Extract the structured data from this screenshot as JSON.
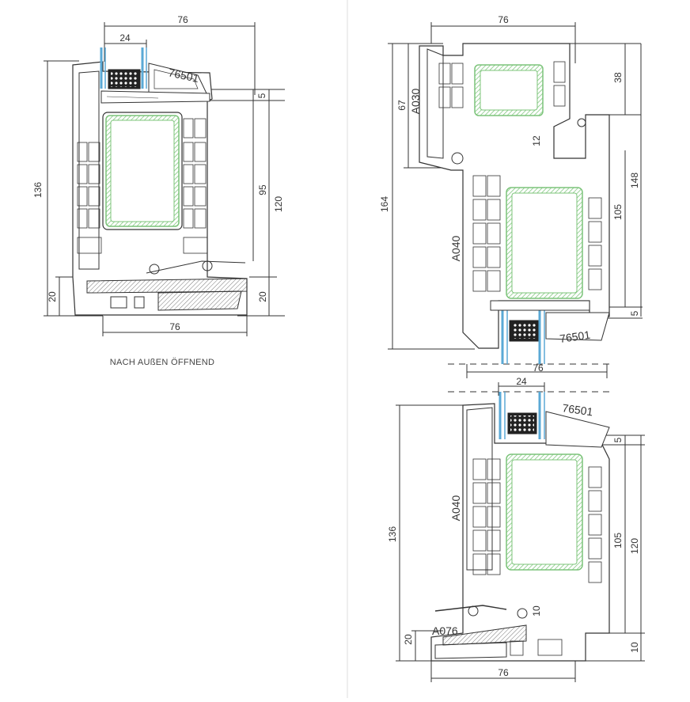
{
  "caption": "NACH AUßEN ÖFFNEND",
  "left": {
    "dims": {
      "top_width": "76",
      "glass_width": "24",
      "height": "136",
      "sash": "95",
      "frame": "120",
      "five": "5",
      "sill_left": "20",
      "sill_right": "20",
      "bottom_width": "76"
    },
    "profile_label": "76501"
  },
  "right_top": {
    "dims": {
      "top_width": "76",
      "overall": "164",
      "upper": "67",
      "upper_38": "38",
      "frame_148": "148",
      "sash_105": "105",
      "gap_12": "12",
      "five": "5",
      "mid_width": "76"
    },
    "labels": {
      "a030": "A030",
      "a040": "A040",
      "profile": "76501"
    }
  },
  "right_bottom": {
    "dims": {
      "glass_width": "24",
      "height": "136",
      "five": "5",
      "sash_105": "105",
      "frame_120": "120",
      "ten_a": "10",
      "ten_b": "10",
      "sill_20": "20",
      "bottom_width": "76"
    },
    "labels": {
      "a040": "A040",
      "a076": "A076",
      "profile": "76501"
    }
  },
  "colors": {
    "line": "#333333",
    "glass": "#5aa9d6",
    "insulation": "#7cc47a",
    "profile_fill": "#ffffff",
    "divider": "#dddddd"
  }
}
